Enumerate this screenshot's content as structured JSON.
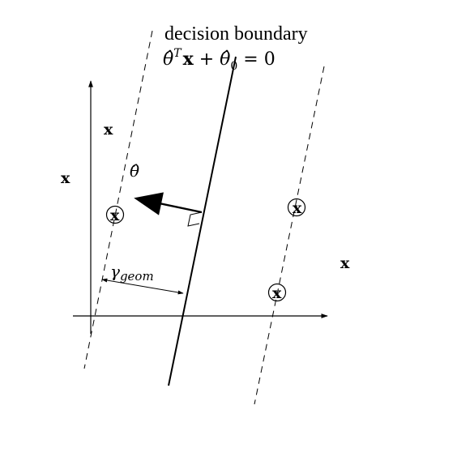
{
  "labels": {
    "decision_boundary": "decision boundary",
    "equation": {
      "theta": "θ̂",
      "T": "T",
      "x": "x",
      "plus": " + ",
      "theta0": "θ̂",
      "sub0": "0",
      "equals": " = 0"
    },
    "theta_hat": "θ̂",
    "gamma": "γ",
    "gamma_sub": "geom",
    "axis_y_label": "x",
    "axis_x_label": "x",
    "top_x": "x"
  },
  "points": [
    {
      "label": "x",
      "side": "negative"
    },
    {
      "label": "x",
      "side": "positive"
    },
    {
      "label": "x",
      "side": "positive"
    }
  ]
}
